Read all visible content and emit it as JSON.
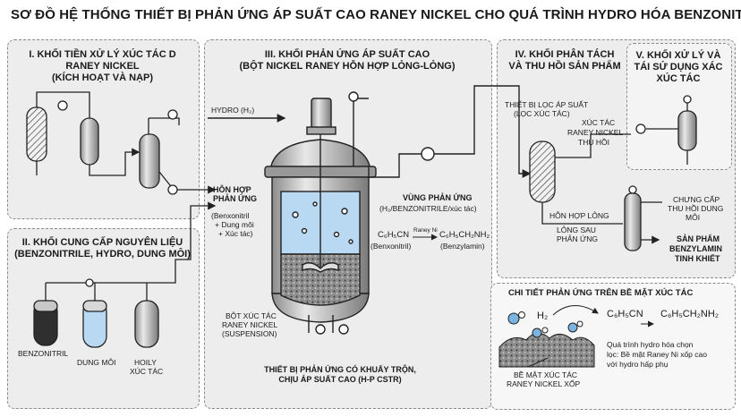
{
  "title": "SƠ ĐỒ HỆ THỐNG THIẾT BỊ PHẢN ỨNG ÁP SUẤT CAO RANEY NICKEL CHO QUÁ TRÌNH HYDRO HÓA BENZONITRILE",
  "panel1": {
    "title_l1": "I. KHỐI TIỀN XỬ LÝ XÚC TÁC D",
    "title_l2": "RANEY NICKEL",
    "title_l3": "(KÍCH HOẠT VÀ NẠP)"
  },
  "panel2": {
    "title_l1": "II. KHỐI CUNG CẤP NGUYÊN LIỆU",
    "title_l2": "(BENZONITRILE, HYDRO, DUNG MÔI)",
    "tank1": "BENZONITRIL",
    "tank2": "DUNG MÔI",
    "tank3_l1": "HOILY",
    "tank3_l2": "XÚC TÁC"
  },
  "panel3": {
    "title_l1": "III. KHỐI PHẢN ỨNG ÁP SUẤT CAO",
    "title_l2": "(BỘT NICKEL RANEY HỖN HỢP LỎNG-LỎNG)",
    "hydro": "HYDRO (H₂)",
    "mix_l1": "HỖN HỢP",
    "mix_l2": "PHẢN ỨNG",
    "mix_d1": "(Benxonitril",
    "mix_d2": "+ Dung môi",
    "mix_d3": "+ Xúc tác)",
    "zone_l1": "VÙNG PHẢN ỨNG",
    "zone_l2": "(H₂/BENZONITRILE/xúc tác)",
    "reactant": "C₆H₅CN",
    "catalyst": "Raney Ni",
    "product": "C₆H₅CH₂NH₂",
    "reactant_name": "(Benxonitril)",
    "product_name": "(Benzylamin)",
    "powder_l1": "BỘT XÚC TÁC",
    "powder_l2": "RANEY NICKEL",
    "powder_l3": "(SUSPENSION)",
    "caption_l1": "THIẾT BỊ PHẢN ỨNG CÓ KHUẤY TRỘN,",
    "caption_l2": "CHỊU ÁP SUẤT CAO (H-P CSTR)"
  },
  "panel4": {
    "title_l1": "IV. KHỐI PHÂN TÁCH",
    "title_l2": "VÀ THU HỒI SẢN PHẨM",
    "filter_l1": "THIẾT BỊ LỌC ÁP SUẤT",
    "filter_l2": "(LỌC XÚC TÁC)",
    "recovered_l1": "XÚC TÁC",
    "recovered_l2": "RANEY NICKEL",
    "recovered_l3": "THU HỒI",
    "liquid_l1": "HỖN HỢP LỎNG",
    "liquid_l2": "LỎNG SAU",
    "liquid_l3": "PHẢN ỨNG",
    "distill_l1": "CHƯNG CẤP",
    "distill_l2": "THU HỒI DUNG",
    "distill_l3": "MÔI",
    "product_l1": "SẢN PHẨM",
    "product_l2": "BENZYLAMIN",
    "product_l3": "TINH KHIẾT"
  },
  "panel5": {
    "title_l1": "V. KHỐI XỬ LÝ VÀ",
    "title_l2": "TÁI SỬ DỤNG XÁC",
    "title_l3": "XÚC TÁC"
  },
  "detail": {
    "title": "CHI TIẾT PHẢN ỨNG TRÊN BỀ MẶT XÚC TÁC",
    "h2": "H₂",
    "reactant": "C₆H₅CN",
    "product": "C₆H₅CH₂NH₂",
    "note_l1": "Quá trình hydro hóa chọn",
    "note_l2": "lọc: Bề mặt Raney Ni xốp cao",
    "note_l3": "với hydro hấp phụ",
    "surface_l1": "BỀ MẶT XÚC TÁC",
    "surface_l2": "RANEY NICKEL XỐP"
  },
  "colors": {
    "panel_bg": "#ededed",
    "liquid": "#b9d9f2",
    "catalyst_dark": "#333333",
    "steel": "#c9c9c9"
  }
}
